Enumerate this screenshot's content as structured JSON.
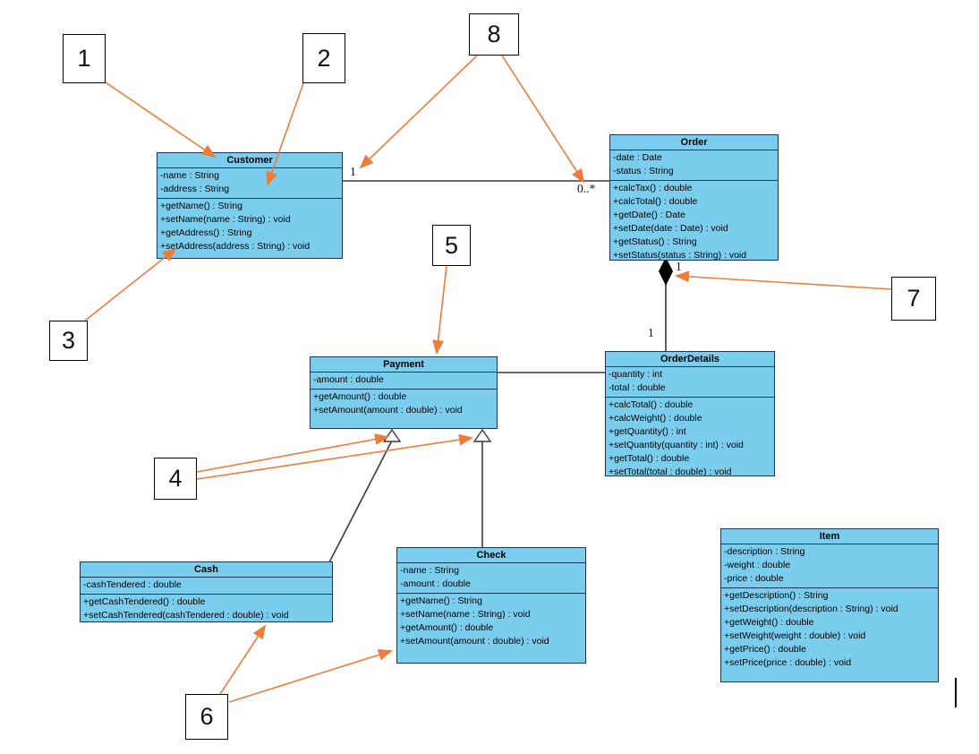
{
  "diagram": {
    "classes": {
      "customer": {
        "name": "Customer",
        "attributes": [
          "-name : String",
          "-address : String"
        ],
        "methods": [
          "+getName() : String",
          "+setName(name : String) : void",
          "+getAddress() : String",
          "+setAddress(address : String) : void"
        ]
      },
      "order": {
        "name": "Order",
        "attributes": [
          "-date : Date",
          "-status : String"
        ],
        "methods": [
          "+calcTax() : double",
          "+calcTotal() : double",
          "+getDate() : Date",
          "+setDate(date : Date) : void",
          "+getStatus() : String",
          "+setStatus(status : String) : void"
        ]
      },
      "payment": {
        "name": "Payment",
        "attributes": [
          "-amount : double"
        ],
        "methods": [
          "+getAmount() : double",
          "+setAmount(amount : double) : void"
        ]
      },
      "orderdetails": {
        "name": "OrderDetails",
        "attributes": [
          "-quantity : int",
          "-total : double"
        ],
        "methods": [
          "+calcTotal() : double",
          "+calcWeight() : double",
          "+getQuantity() : int",
          "+setQuantity(quantity : int) : void",
          "+getTotal() : double",
          "+setTotal(total : double) : void"
        ]
      },
      "cash": {
        "name": "Cash",
        "attributes": [
          "-cashTendered : double"
        ],
        "methods": [
          "+getCashTendered() : double",
          "+setCashTendered(cashTendered : double) : void"
        ]
      },
      "check": {
        "name": "Check",
        "attributes": [
          "-name : String",
          "-amount : double"
        ],
        "methods": [
          "+getName() : String",
          "+setName(name : String) : void",
          "+getAmount() : double",
          "+setAmount(amount : double) : void"
        ]
      },
      "item": {
        "name": "Item",
        "attributes": [
          "-description : String",
          "-weight : double",
          "-price : double"
        ],
        "methods": [
          "+getDescription() : String",
          "+setDescription(description : String) : void",
          "+getWeight() : double",
          "+setWeight(weight : double) : void",
          "+getPrice() : double",
          "+setPrice(price : double) : void"
        ]
      }
    },
    "multiplicities": {
      "customer_end": "1",
      "order_end": "0..*",
      "order_comp_end": "1",
      "orderdetails_end": "1"
    },
    "callouts": [
      "1",
      "2",
      "3",
      "4",
      "5",
      "6",
      "7",
      "8"
    ],
    "colors": {
      "class_fill": "#7bcdee",
      "class_border": "#16365c",
      "annotation_orange": "#ed7c3b",
      "connector_black": "#3a3a3a"
    }
  }
}
